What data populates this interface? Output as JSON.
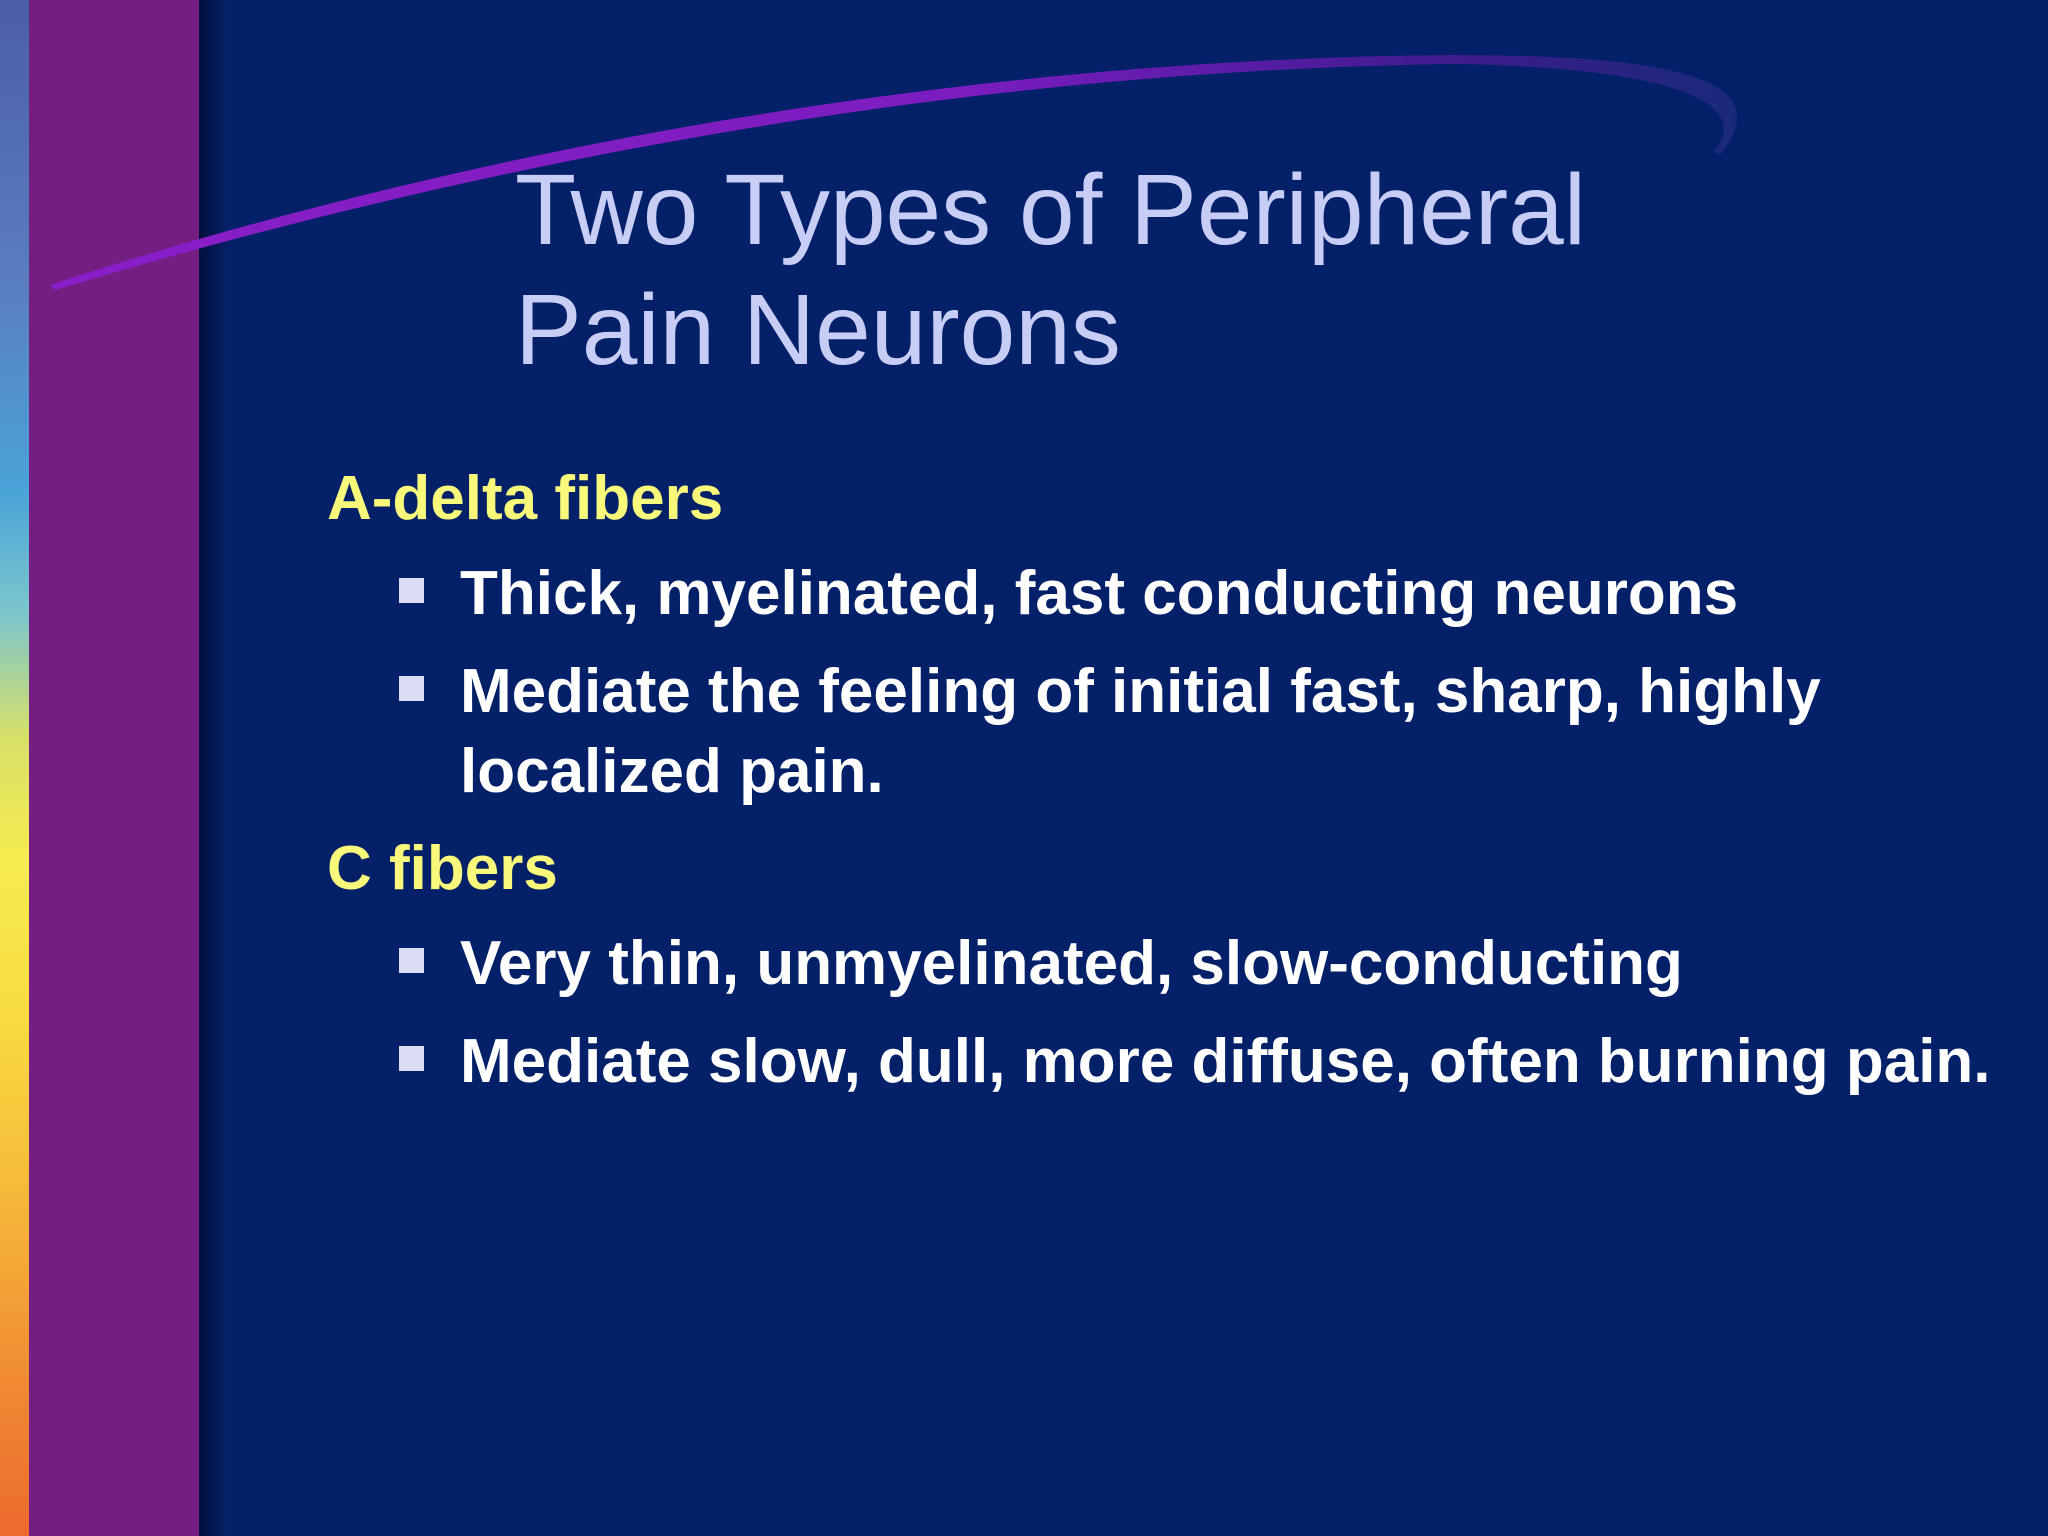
{
  "slide": {
    "title_lines": [
      "Two Types of Peripheral",
      "Pain Neurons"
    ],
    "sections": [
      {
        "heading": "A-delta fibers",
        "bullets": [
          "Thick, myelinated, fast conducting neurons",
          "Mediate the feeling of initial fast, sharp, highly localized pain."
        ]
      },
      {
        "heading": "C fibers",
        "bullets": [
          "Very thin, unmyelinated, slow-conducting",
          "Mediate slow, dull, more diffuse, often burning pain."
        ]
      }
    ]
  },
  "colors": {
    "background": "#042068",
    "side_band": "#741e84",
    "title": "#c8cdf6",
    "heading": "#f8f87a",
    "bullet_text": "#ffffff",
    "bullet_marker": "#dcdcf4",
    "swoosh": "#8a1ec8"
  }
}
